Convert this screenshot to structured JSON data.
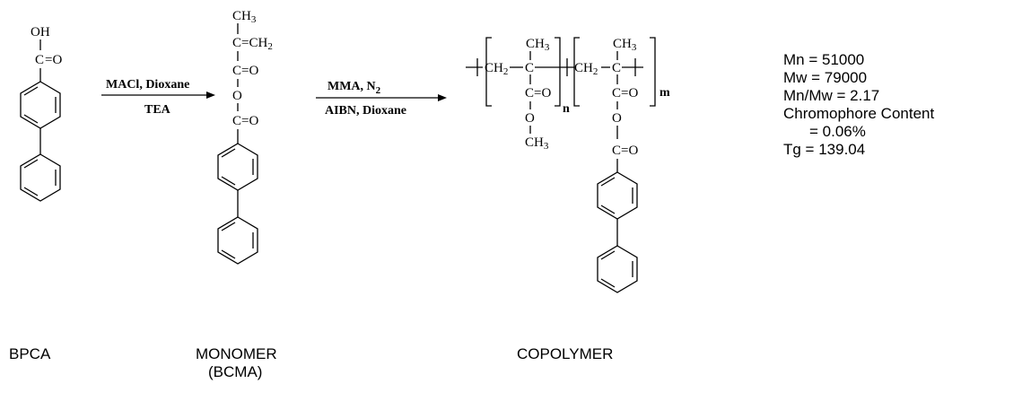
{
  "compounds": {
    "bpca": {
      "label": "BPCA"
    },
    "monomer": {
      "label": "MONOMER",
      "sublabel": "(BCMA)"
    },
    "copolymer": {
      "label": "COPOLYMER"
    }
  },
  "reaction1": {
    "above": "MACl, Dioxane",
    "below": "TEA"
  },
  "reaction2": {
    "above": "MMA, N",
    "above_sub": "2",
    "below": "AIBN, Dioxane"
  },
  "atoms": {
    "oh": "OH",
    "c": "C",
    "eq_o": "=O",
    "o": "O",
    "eq_ch": "=CH",
    "ch": "CH",
    "sub3": "3",
    "sub2": "2",
    "n": "n",
    "m": "m"
  },
  "properties": [
    "Mn = 51000",
    "Mw = 79000",
    "Mn/Mw = 2.17",
    "Chromophore  Content",
    "= 0.06%",
    "Tg = 139.04"
  ]
}
